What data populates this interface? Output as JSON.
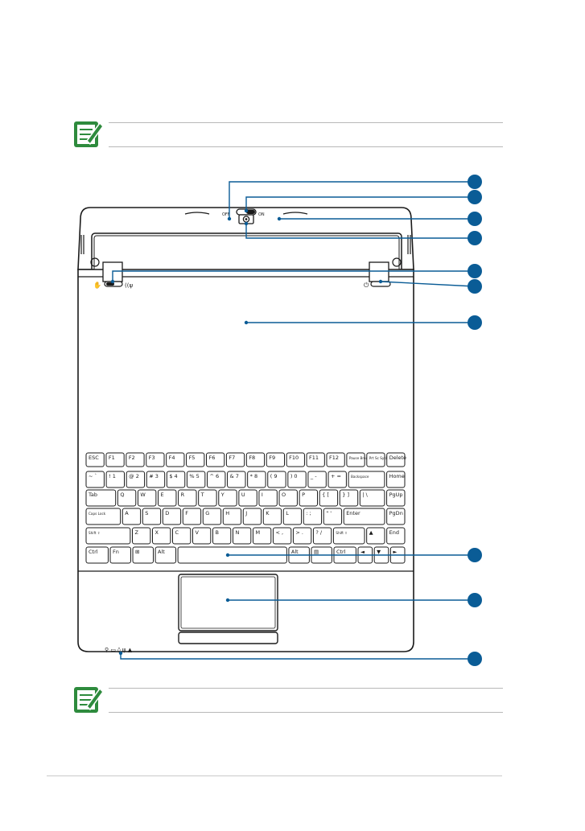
{
  "colors": {
    "accent": "#0a5c96",
    "note_green": "#2e8b3d",
    "outline": "#1a1a1a"
  },
  "icons": {
    "note_top": "note-pencil-icon",
    "note_bottom": "note-pencil-icon"
  },
  "callouts": [
    {
      "target": "microphone"
    },
    {
      "target": "camera-shutter"
    },
    {
      "target": "camera-indicator"
    },
    {
      "target": "camera"
    },
    {
      "target": "display-panel"
    },
    {
      "target": "wireless-switch"
    },
    {
      "target": "power-switch"
    },
    {
      "target": "keyboard"
    },
    {
      "target": "touchpad"
    },
    {
      "target": "status-indicators"
    }
  ],
  "keyboard": {
    "row1": [
      "ESC",
      "F1",
      "F2",
      "F3",
      "F4",
      "F5",
      "F6",
      "F7",
      "F8",
      "F9",
      "F10",
      "F11",
      "F12",
      "Pause Break",
      "Prt Sc SysRq",
      "Delete"
    ],
    "row2": [
      "~ `",
      "! 1",
      "@ 2",
      "# 3",
      "$ 4",
      "% 5",
      "^ 6",
      "& 7",
      "* 8",
      "( 9",
      ") 0",
      "_ -",
      "+ =",
      "Backspace",
      "Home"
    ],
    "row3": [
      "Tab",
      "Q",
      "W",
      "E",
      "R",
      "T",
      "Y",
      "U",
      "I",
      "O",
      "P",
      "{ [",
      "} ]",
      "| \\",
      "PgUp"
    ],
    "row4": [
      "Caps Lock",
      "A",
      "S",
      "D",
      "F",
      "G",
      "H",
      "J",
      "K",
      "L",
      ": ;",
      "\" '",
      "Enter",
      "PgDn"
    ],
    "row5": [
      "Shift ⇧",
      "Z",
      "X",
      "C",
      "V",
      "B",
      "N",
      "M",
      "< ,",
      "> .",
      "? /",
      "Shift ⇧",
      "▲",
      "End"
    ],
    "row6": [
      "Ctrl",
      "Fn",
      "⊞",
      "Alt",
      "",
      "Alt",
      "▤",
      "Ctrl",
      "◄",
      "▼",
      "►"
    ]
  }
}
